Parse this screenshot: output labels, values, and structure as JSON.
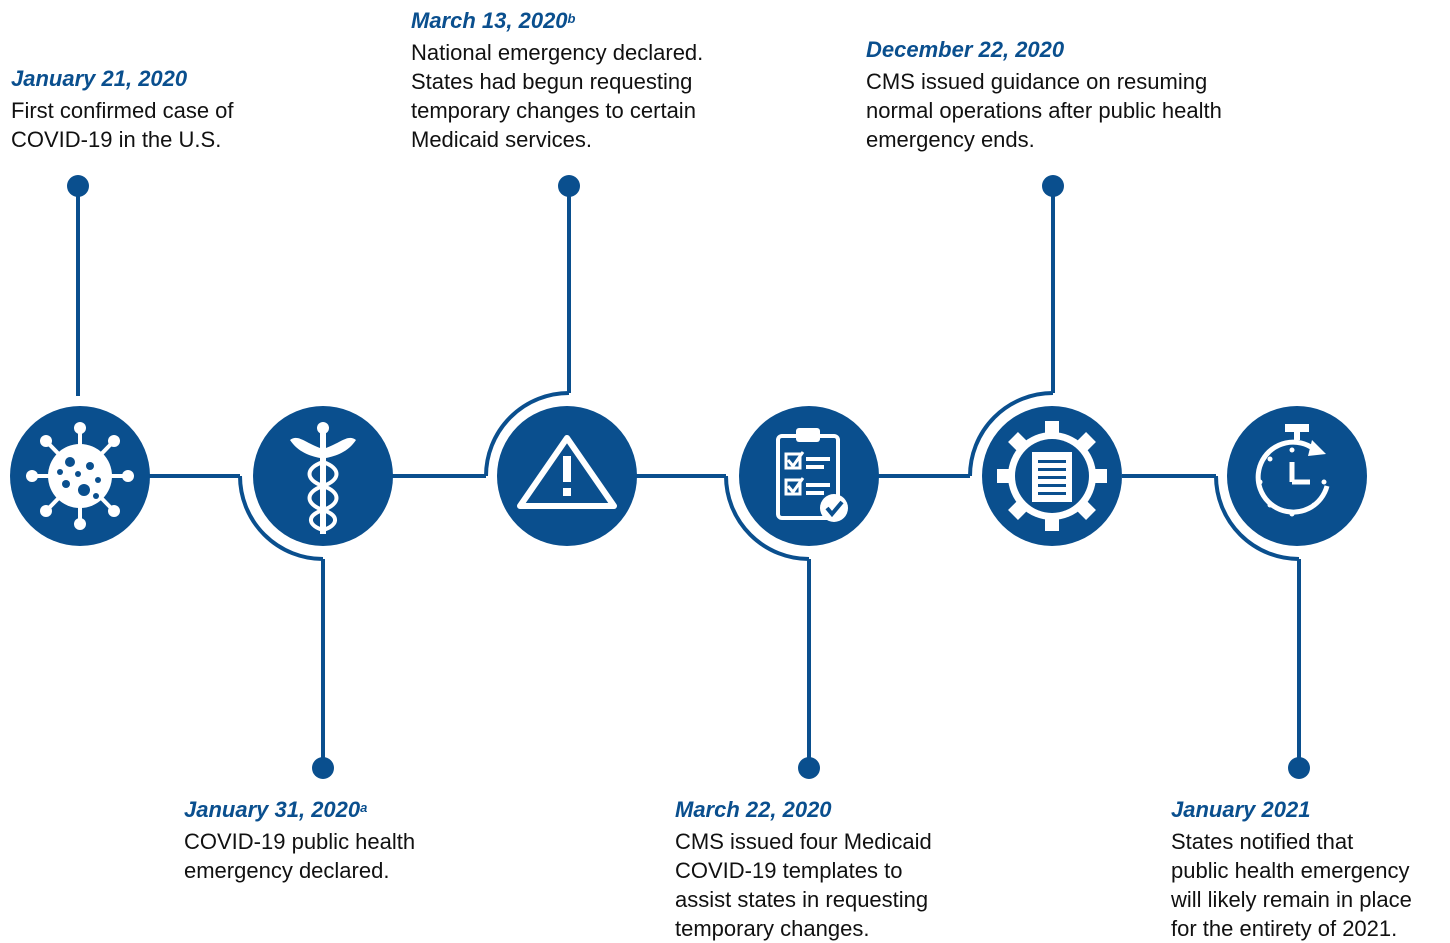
{
  "colors": {
    "accent": "#0a4f8e",
    "text": "#111111",
    "background": "#ffffff"
  },
  "events": [
    {
      "date": "January 21, 2020",
      "footnote": "",
      "description": [
        "First confirmed case of",
        "COVID-19 in the U.S."
      ],
      "icon": "virus-icon"
    },
    {
      "date": "January 31, 2020",
      "footnote": "a",
      "description": [
        "COVID-19 public health",
        "emergency declared."
      ],
      "icon": "caduceus-icon"
    },
    {
      "date": "March 13, 2020",
      "footnote": "b",
      "description": [
        "National emergency declared.",
        "States had begun requesting",
        "temporary changes to certain",
        "Medicaid services."
      ],
      "icon": "warning-icon"
    },
    {
      "date": "March 22, 2020",
      "footnote": "",
      "description": [
        "CMS issued four Medicaid",
        "COVID-19 templates to",
        "assist states in requesting",
        "temporary changes."
      ],
      "icon": "clipboard-checklist-icon"
    },
    {
      "date": "December 22, 2020",
      "footnote": "",
      "description": [
        "CMS issued guidance on resuming",
        "normal operations after public health",
        "emergency ends."
      ],
      "icon": "gear-document-icon"
    },
    {
      "date": "January 2021",
      "footnote": "",
      "description": [
        "States notified that",
        "public health emergency",
        "will likely remain in place",
        "for the entirety of 2021."
      ],
      "icon": "stopwatch-icon"
    }
  ]
}
